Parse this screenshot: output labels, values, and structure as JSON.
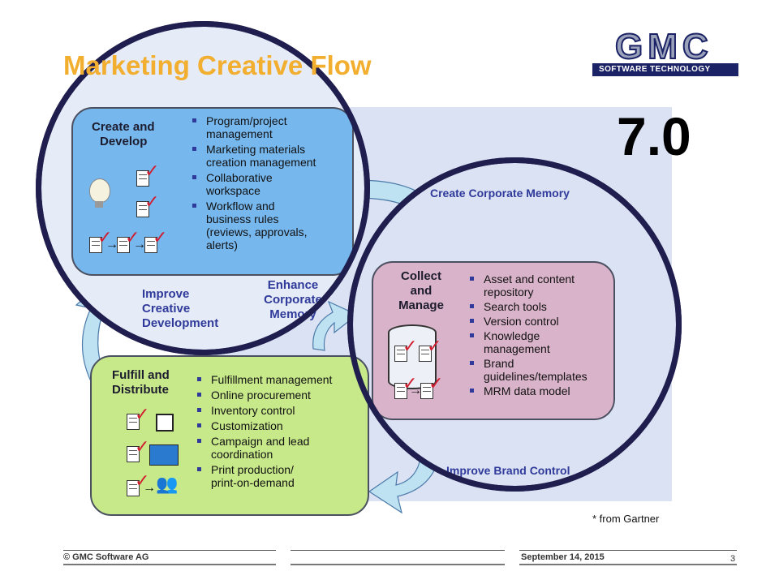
{
  "title": "Marketing Creative Flow",
  "logo": {
    "letters": "GMC",
    "subtitle": "SOFTWARE TECHNOLOGY"
  },
  "version": "7.0",
  "boxes": {
    "create": {
      "heading": [
        "Create and",
        "Develop"
      ],
      "items": [
        "Program/project\nmanagement",
        "Marketing materials\ncreation management",
        "Collaborative\nworkspace",
        "Workflow and\nbusiness rules\n(reviews, approvals,\nalerts)"
      ]
    },
    "collect": {
      "heading": [
        "Collect",
        "and",
        "Manage"
      ],
      "items": [
        "Asset and content\nrepository",
        "Search tools",
        "Version control",
        "Knowledge\nmanagement",
        "Brand\nguidelines/templates",
        "MRM data model"
      ]
    },
    "fulfill": {
      "heading": [
        "Fulfill and",
        "Distribute"
      ],
      "items": [
        "Fulfillment management",
        "Online procurement",
        "Inventory control",
        "Customization",
        "Campaign and lead\ncoordination",
        "Print production/\nprint-on-demand"
      ]
    }
  },
  "transitions": {
    "create_corporate_memory": "Create Corporate Memory",
    "improve_creative": [
      "Improve",
      "Creative",
      "Development"
    ],
    "enhance_corporate": [
      "Enhance",
      "Corporate",
      "Memory"
    ],
    "improve_brand": "Improve Brand Control"
  },
  "note": "* from Gartner",
  "footer": {
    "copyright": "© GMC Software AG",
    "date": "September 14, 2015",
    "page": "3"
  },
  "colors": {
    "title": "#f2ae2e",
    "circle_border": "#1f1e4e",
    "create_box": "#76b7ee",
    "collect_box": "#d9b3c9",
    "fulfill_box": "#c7e98a",
    "label_blue": "#2f3a9a",
    "check_red": "#d11d2f"
  }
}
